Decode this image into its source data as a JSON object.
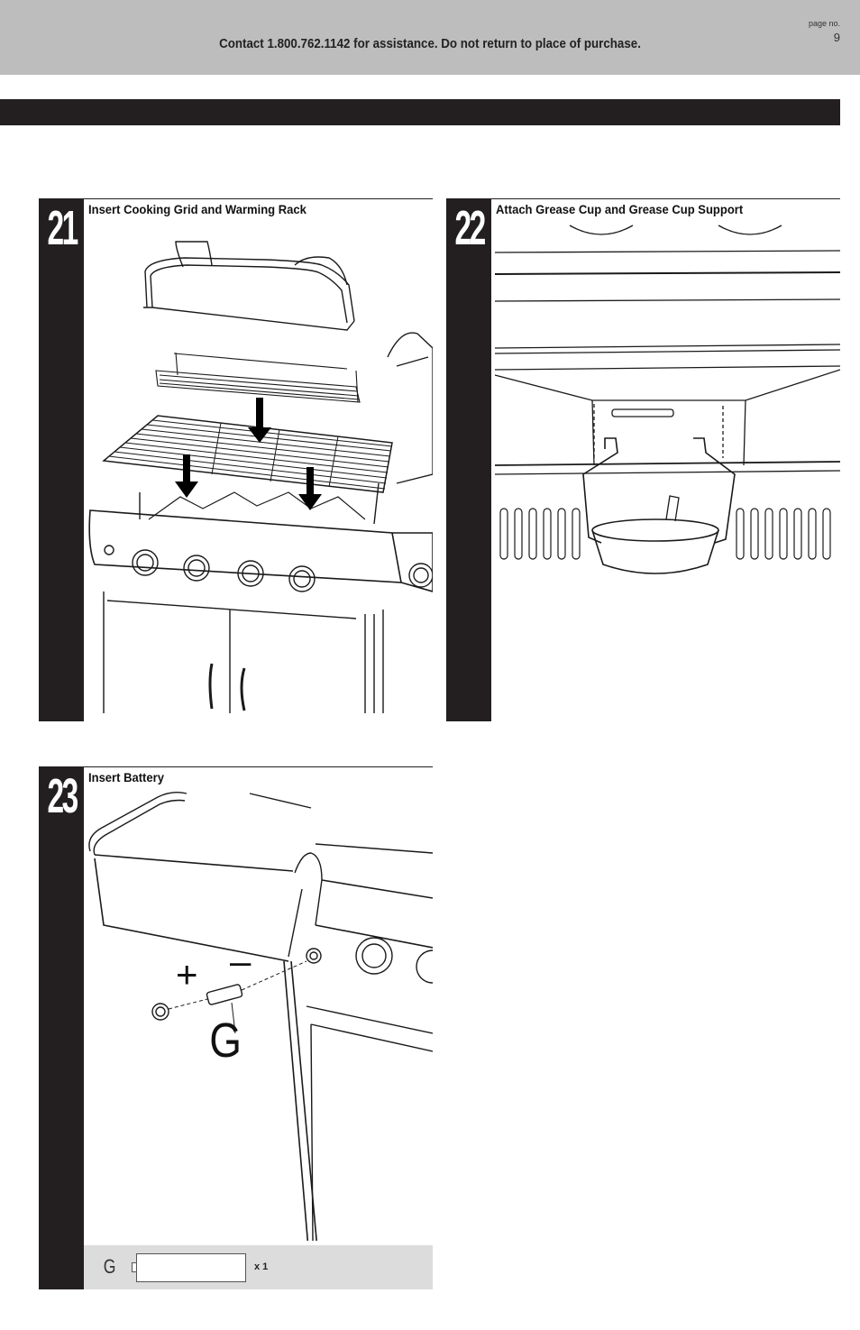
{
  "header": {
    "contact": "Contact 1.800.762.1142 for assistance. Do not return to place of purchase.",
    "page_label": "page no.",
    "page_number": "9"
  },
  "steps": [
    {
      "number": "21",
      "title": "Insert Cooking Grid and Warming Rack"
    },
    {
      "number": "22",
      "title": "Attach Grease Cup and Grease Cup Support"
    },
    {
      "number": "23",
      "title": "Insert Battery",
      "illustration_labels": {
        "plus": "+",
        "minus": "–",
        "part": "G"
      },
      "parts": [
        {
          "letter": "G",
          "quantity": "x 1"
        }
      ]
    }
  ]
}
